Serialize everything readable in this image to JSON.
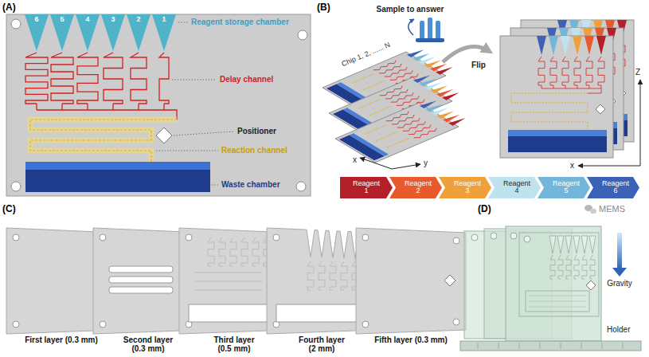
{
  "diagram": {
    "nodes": [
      {
        "text": [
          "6"
        ]
      },
      {
        "text": [
          "5"
        ]
      },
      {
        "text": [
          "4"
        ]
      },
      {
        "text": [
          "3"
        ]
      },
      {
        "text": [
          "2"
        ]
      },
      {
        "text": [
          "1"
        ]
      },
      {
        "text": [
          "Reagent 1"
        ]
      },
      {
        "text": [
          "Reagent 2"
        ]
      },
      {
        "text": [
          "Reagent 3"
        ]
      },
      {
        "text": [
          "Reagent 4"
        ]
      },
      {
        "text": [
          "Reagent 5"
        ]
      },
      {
        "text": [
          "Reagent 6"
        ]
      }
    ],
    "labels": [
      "(A)",
      "Reagent storage chamber",
      "Delay channel",
      "Positioner",
      "Reaction channel",
      "Waste chamber",
      "(B)",
      "Sample to answer",
      "Chip 1, 2, ...... N",
      "x",
      "y",
      "Flip",
      "Z",
      "x",
      "(C)",
      "First layer (0.3 mm)",
      "Second layer (0.3 mm)",
      "Third layer (0.5 mm)",
      "Fourth layer (2 mm)",
      "Fifth layer (0.3 mm)",
      "(D)",
      "Gravity",
      "Holder",
      "MEMS"
    ]
  }
}
